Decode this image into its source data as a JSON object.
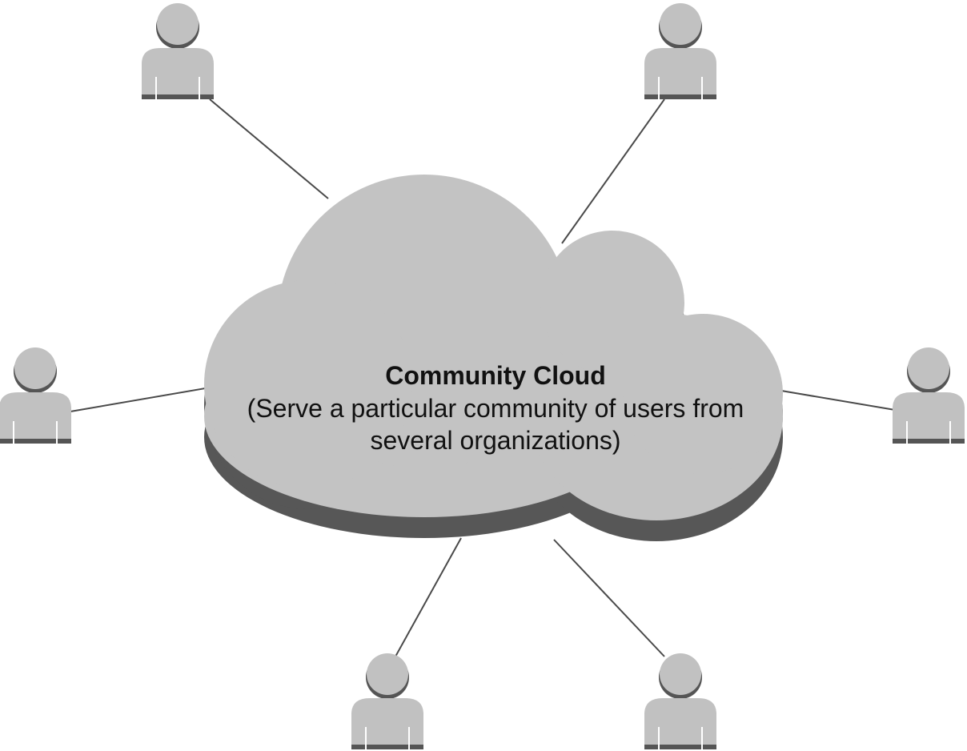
{
  "diagram": {
    "title": "Community Cloud",
    "subtitle_line1": "(Serve a particular community of users from",
    "subtitle_line2": "several organizations)"
  },
  "colors": {
    "cloud_fill": "#c3c3c3",
    "cloud_shadow": "#575757",
    "person_fill": "#c1c1c1",
    "person_dark": "#555555",
    "line": "#4a4a4a"
  },
  "icons": {
    "user": "person-icon",
    "cloud": "cloud-shape"
  },
  "users": [
    {
      "id": "user-top-left"
    },
    {
      "id": "user-top-right"
    },
    {
      "id": "user-middle-left"
    },
    {
      "id": "user-middle-right"
    },
    {
      "id": "user-bottom-left"
    },
    {
      "id": "user-bottom-right"
    }
  ]
}
